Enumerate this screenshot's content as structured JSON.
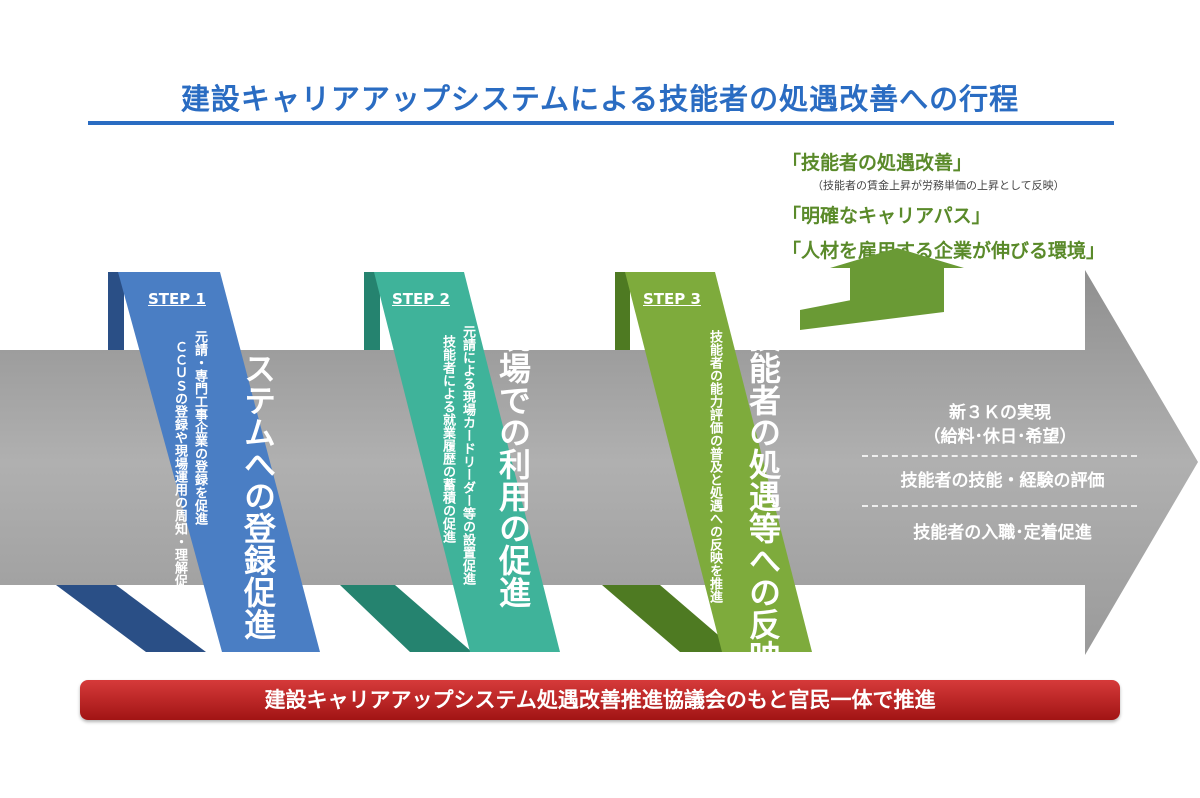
{
  "title": "建設キャリアアップシステムによる技能者の処遇改善への行程",
  "outcomes": {
    "line1": "「技能者の処遇改善」",
    "line1_sub": "（技能者の賃金上昇が労務単価の上昇として反映）",
    "line2": "「明確なキャリアパス」",
    "line3": "「人材を雇用する企業が伸びる環境」"
  },
  "steps": [
    {
      "label": "STEP 1",
      "heading": "システムへの登録促進",
      "desc1": "元請・専門工事企業の登録を促進",
      "desc2": "ＣＣＵＳの登録や現場運用の周知・理解促進",
      "color": "#4a7ec4"
    },
    {
      "label": "STEP 2",
      "heading": "現場での利用の促進",
      "desc1": "元請による現場カードリーダー等の設置促進",
      "desc2": "技能者による就業履歴の蓄積の促進",
      "color": "#3fb39a"
    },
    {
      "label": "STEP 3",
      "heading": "技能者の処遇等への反映",
      "desc1": "技能者の能力評価の普及と処遇への反映を推進",
      "desc2": "",
      "color": "#7eab3c"
    }
  ],
  "results": {
    "line1": "新３Ｋの実現",
    "line2": "（給料･休日･希望）",
    "line3": "技能者の技能・経験の評価",
    "line4": "技能者の入職･定着促進"
  },
  "banner": "建設キャリアアップシステム処遇改善推進協議会のもと官民一体で推進"
}
